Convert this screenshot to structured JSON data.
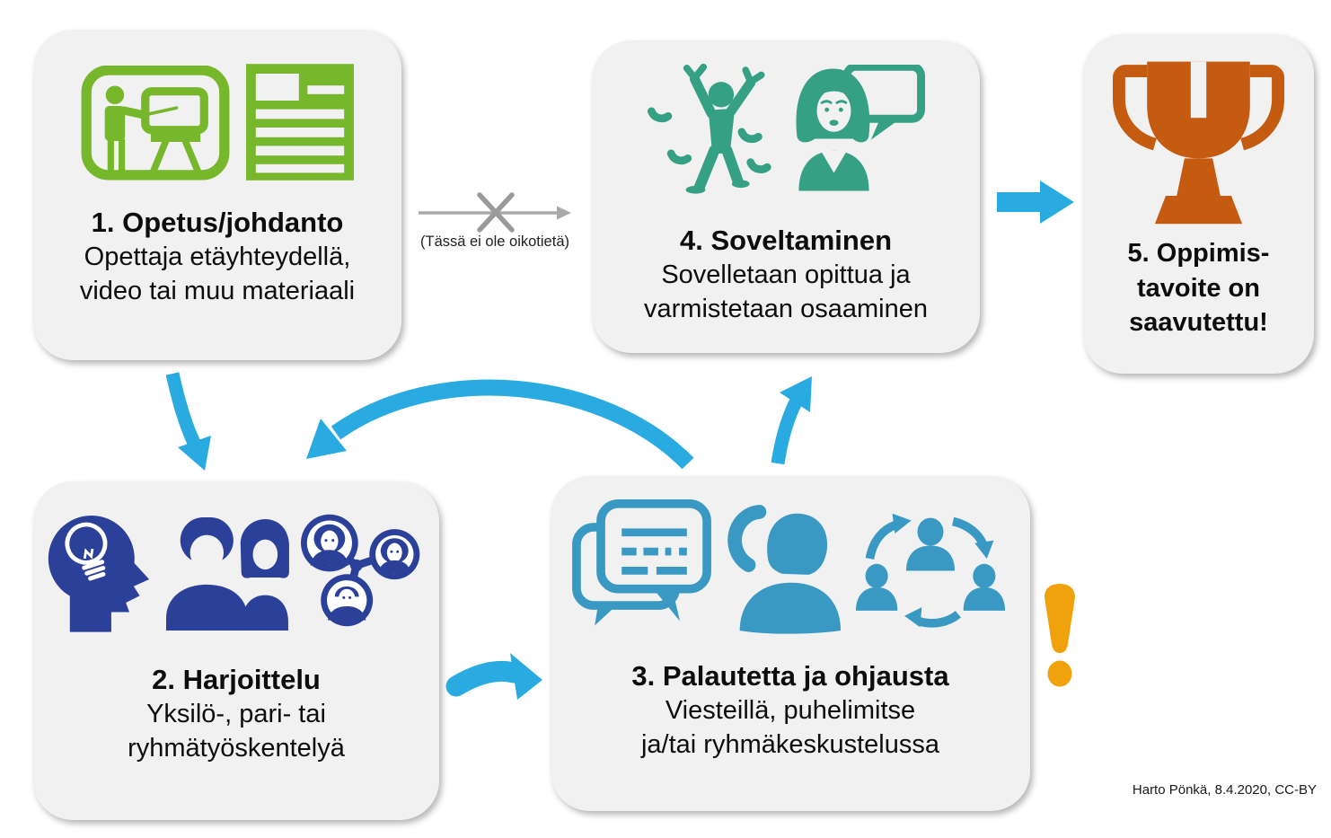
{
  "steps": {
    "step1": {
      "title": "1. Opetus/johdanto",
      "body": "Opettaja etäyhteydellä,\nvideo tai muu materiaali"
    },
    "step2": {
      "title": "2. Harjoittelu",
      "body": "Yksilö-, pari- tai\nryhmätyöskentelyä"
    },
    "step3": {
      "title": "3. Palautetta ja ohjausta",
      "body": "Viesteillä, puhelimitse\nja/tai ryhmäkeskustelussa"
    },
    "step4": {
      "title": "4. Soveltaminen",
      "body": "Sovelletaan opittua ja\nvarmistetaan osaaminen"
    },
    "step5": {
      "title": "5. Oppimis-\ntavoite on\nsaavutettu!"
    }
  },
  "annotations": {
    "no_shortcut": "(Tässä ei ole oikotietä)",
    "attribution": "Harto Pönkä, 8.4.2020, CC-BY"
  },
  "icons": {
    "step1": [
      "teacher-presentation-icon",
      "document-icon"
    ],
    "step2": [
      "idea-head-icon",
      "pair-people-icon",
      "group-network-icon"
    ],
    "step3": [
      "chat-messages-icon",
      "phone-person-icon",
      "group-cycle-icon"
    ],
    "step4": [
      "active-person-icon",
      "speaking-woman-icon"
    ],
    "step5": [
      "trophy-icon"
    ],
    "extra": [
      "no-shortcut-x-icon",
      "warning-exclamation-icon"
    ]
  },
  "colors": {
    "green": "#77B72B",
    "teal": "#35A083",
    "navy": "#2A4099",
    "light_blue": "#3999C2",
    "arrow_blue": "#29ABE2",
    "trophy_orange": "#C55A11",
    "warning_orange": "#F0A20C",
    "gray_arrow": "#A9A9A9",
    "box_background": "#F1F1F2"
  }
}
